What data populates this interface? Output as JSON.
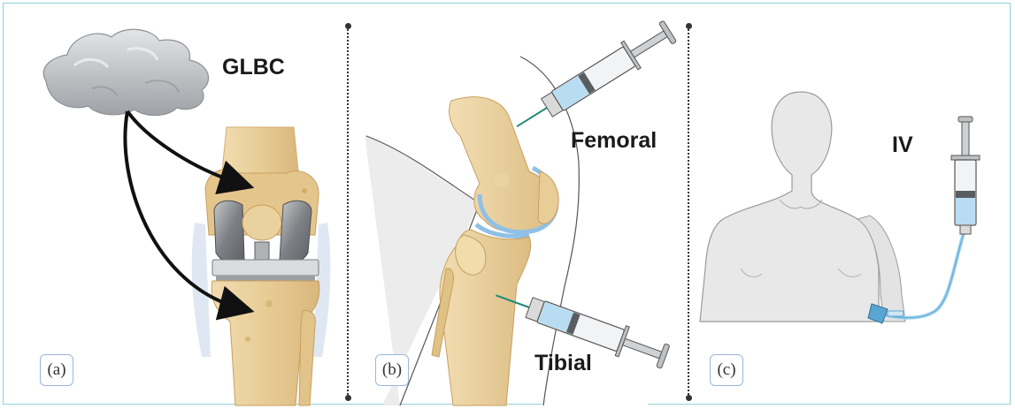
{
  "panels": {
    "a": {
      "tag": "(a)",
      "material_label": "GLBC"
    },
    "b": {
      "tag": "(b)",
      "injection_sites": [
        "Femoral",
        "Tibial"
      ]
    },
    "c": {
      "tag": "(c)",
      "route_label": "IV"
    }
  },
  "colors": {
    "frame": "#8fd3d6",
    "bone": "#e9cf9d",
    "bone_dark": "#d6b57a",
    "implant": "#8a8d91",
    "cartilage": "#8fc1e6",
    "syringe_fluid": "#b8dcf2",
    "skin": "#e6e6e6",
    "aggregate": "#b9bcbf"
  }
}
